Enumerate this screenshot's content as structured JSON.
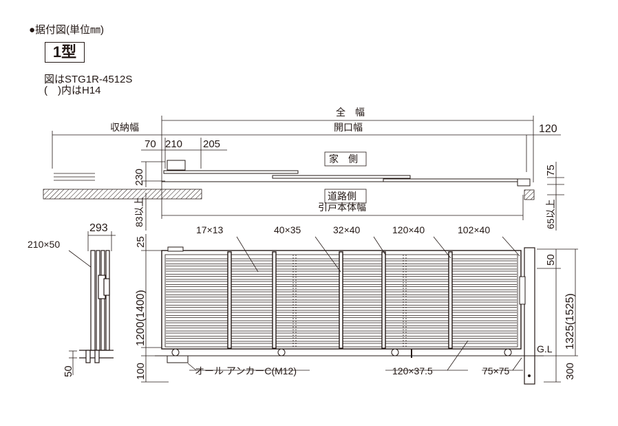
{
  "heading": {
    "title": "●据付図(単位㎜)",
    "model": "1型",
    "note_figure": "図はSTG1R-4512S",
    "note_paren": "(　)内はH14"
  },
  "plan_view": {
    "full_width": "全　幅",
    "opening_width": "開口幅",
    "storage_width": "収納幅",
    "dim_120": "120",
    "dim_70": "70",
    "dim_210": "210",
    "dim_205": "205",
    "dim_230": "230",
    "dim_75": "75",
    "house_side": "家　側",
    "road_side": "道路側",
    "gate_body_width": "引戸本体幅",
    "dim_83_over": "83以上",
    "dim_65_over": "65以上"
  },
  "side_view": {
    "dim_293": "293",
    "dim_210x50": "210×50",
    "dim_50": "50"
  },
  "front_view": {
    "dim_25": "25",
    "height_1200": "1200(1400)",
    "dim_100": "100",
    "bar_17x13": "17×13",
    "bar_40x35": "40×35",
    "bar_32x40": "32×40",
    "bar_120x40": "120×40",
    "bar_102x40": "102×40",
    "dim_50_top": "50",
    "height_1325": "1325(1525)",
    "gl": "G.L",
    "dim_300": "300",
    "anchor": "オール アンカーC(M12)",
    "rail": "120×37.5",
    "post": "75×75"
  },
  "colors": {
    "ink": "#231815",
    "panel": "#ffffff"
  }
}
